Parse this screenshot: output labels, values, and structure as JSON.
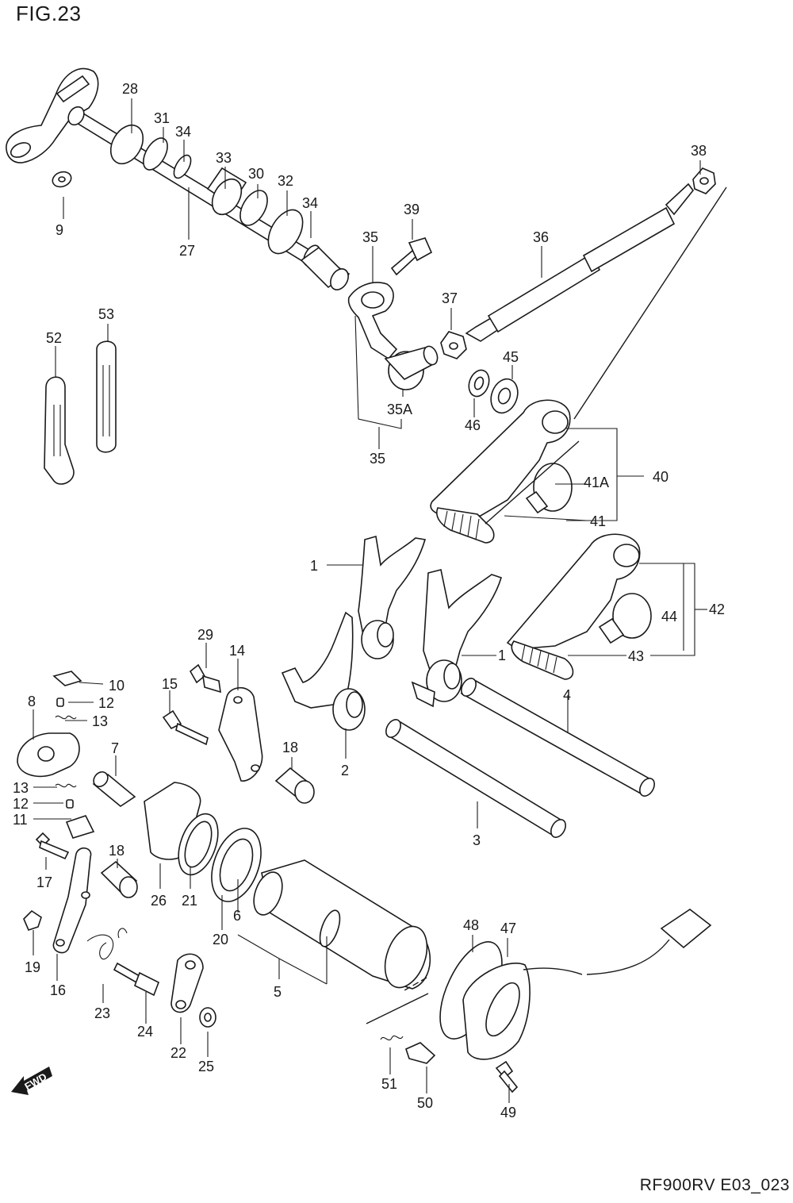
{
  "figure": {
    "title": "FIG.23",
    "footer_code": "RF900RV E03_023",
    "fwd_label": "FWD"
  },
  "callouts": [
    {
      "id": "c28",
      "text": "28"
    },
    {
      "id": "c31",
      "text": "31"
    },
    {
      "id": "c34a",
      "text": "34"
    },
    {
      "id": "c33",
      "text": "33"
    },
    {
      "id": "c30",
      "text": "30"
    },
    {
      "id": "c32",
      "text": "32"
    },
    {
      "id": "c34b",
      "text": "34"
    },
    {
      "id": "c9",
      "text": "9"
    },
    {
      "id": "c27",
      "text": "27"
    },
    {
      "id": "c39",
      "text": "39"
    },
    {
      "id": "c35a",
      "text": "35"
    },
    {
      "id": "c36",
      "text": "36"
    },
    {
      "id": "c38",
      "text": "38"
    },
    {
      "id": "c37",
      "text": "37"
    },
    {
      "id": "c53",
      "text": "53"
    },
    {
      "id": "c52",
      "text": "52"
    },
    {
      "id": "c35A",
      "text": "35A"
    },
    {
      "id": "c45",
      "text": "45"
    },
    {
      "id": "c46",
      "text": "46"
    },
    {
      "id": "c35b",
      "text": "35"
    },
    {
      "id": "c40",
      "text": "40"
    },
    {
      "id": "c41A",
      "text": "41A"
    },
    {
      "id": "c41",
      "text": "41"
    },
    {
      "id": "c1a",
      "text": "1"
    },
    {
      "id": "c42",
      "text": "42"
    },
    {
      "id": "c44",
      "text": "44"
    },
    {
      "id": "c1b",
      "text": "1"
    },
    {
      "id": "c43",
      "text": "43"
    },
    {
      "id": "c29",
      "text": "29"
    },
    {
      "id": "c14",
      "text": "14"
    },
    {
      "id": "c10",
      "text": "10"
    },
    {
      "id": "c15",
      "text": "15"
    },
    {
      "id": "c12a",
      "text": "12"
    },
    {
      "id": "c8",
      "text": "8"
    },
    {
      "id": "c13a",
      "text": "13"
    },
    {
      "id": "c4",
      "text": "4"
    },
    {
      "id": "c2",
      "text": "2"
    },
    {
      "id": "c7",
      "text": "7"
    },
    {
      "id": "c18a",
      "text": "18"
    },
    {
      "id": "c13b",
      "text": "13"
    },
    {
      "id": "c12b",
      "text": "12"
    },
    {
      "id": "c11",
      "text": "11"
    },
    {
      "id": "c3",
      "text": "3"
    },
    {
      "id": "c18b",
      "text": "18"
    },
    {
      "id": "c17",
      "text": "17"
    },
    {
      "id": "c26",
      "text": "26"
    },
    {
      "id": "c21",
      "text": "21"
    },
    {
      "id": "c6",
      "text": "6"
    },
    {
      "id": "c20",
      "text": "20"
    },
    {
      "id": "c19",
      "text": "19"
    },
    {
      "id": "c48",
      "text": "48"
    },
    {
      "id": "c47",
      "text": "47"
    },
    {
      "id": "c16",
      "text": "16"
    },
    {
      "id": "c5",
      "text": "5"
    },
    {
      "id": "c23",
      "text": "23"
    },
    {
      "id": "c24",
      "text": "24"
    },
    {
      "id": "c22",
      "text": "22"
    },
    {
      "id": "c25",
      "text": "25"
    },
    {
      "id": "c51",
      "text": "51"
    },
    {
      "id": "c50",
      "text": "50"
    },
    {
      "id": "c49",
      "text": "49"
    }
  ]
}
